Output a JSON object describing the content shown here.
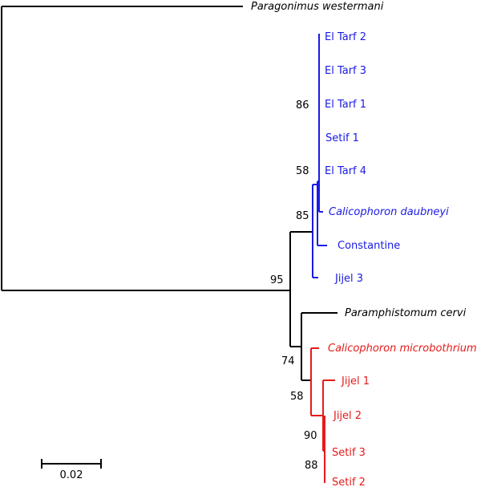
{
  "colors": {
    "blue": "#1a1ae6",
    "red": "#e61a1a",
    "black": "#000000"
  },
  "taxa": {
    "paragonimus": "Paragonimus westermani",
    "el_tarf_2": "El Tarf 2",
    "el_tarf_3": "El Tarf 3",
    "el_tarf_1": "El Tarf 1",
    "setif_1": "Setif 1",
    "el_tarf_4": "El Tarf 4",
    "calicophoron_daubneyi": "Calicophoron daubneyi",
    "constantine": "Constantine",
    "jijel_3": "Jijel 3",
    "paramphistomum": "Paramphistomum cervi",
    "calicophoron_microbothrium": "Calicophoron microbothrium",
    "jijel_1": "Jijel 1",
    "jijel_2": "Jijel 2",
    "setif_3": "Setif 3",
    "setif_2": "Setif 2"
  },
  "bootstrap": {
    "b86": "86",
    "b58a": "58",
    "b85": "85",
    "b95": "95",
    "b74": "74",
    "b58b": "58",
    "b90": "90",
    "b88": "88"
  },
  "scale_bar": {
    "label": "0.02"
  }
}
